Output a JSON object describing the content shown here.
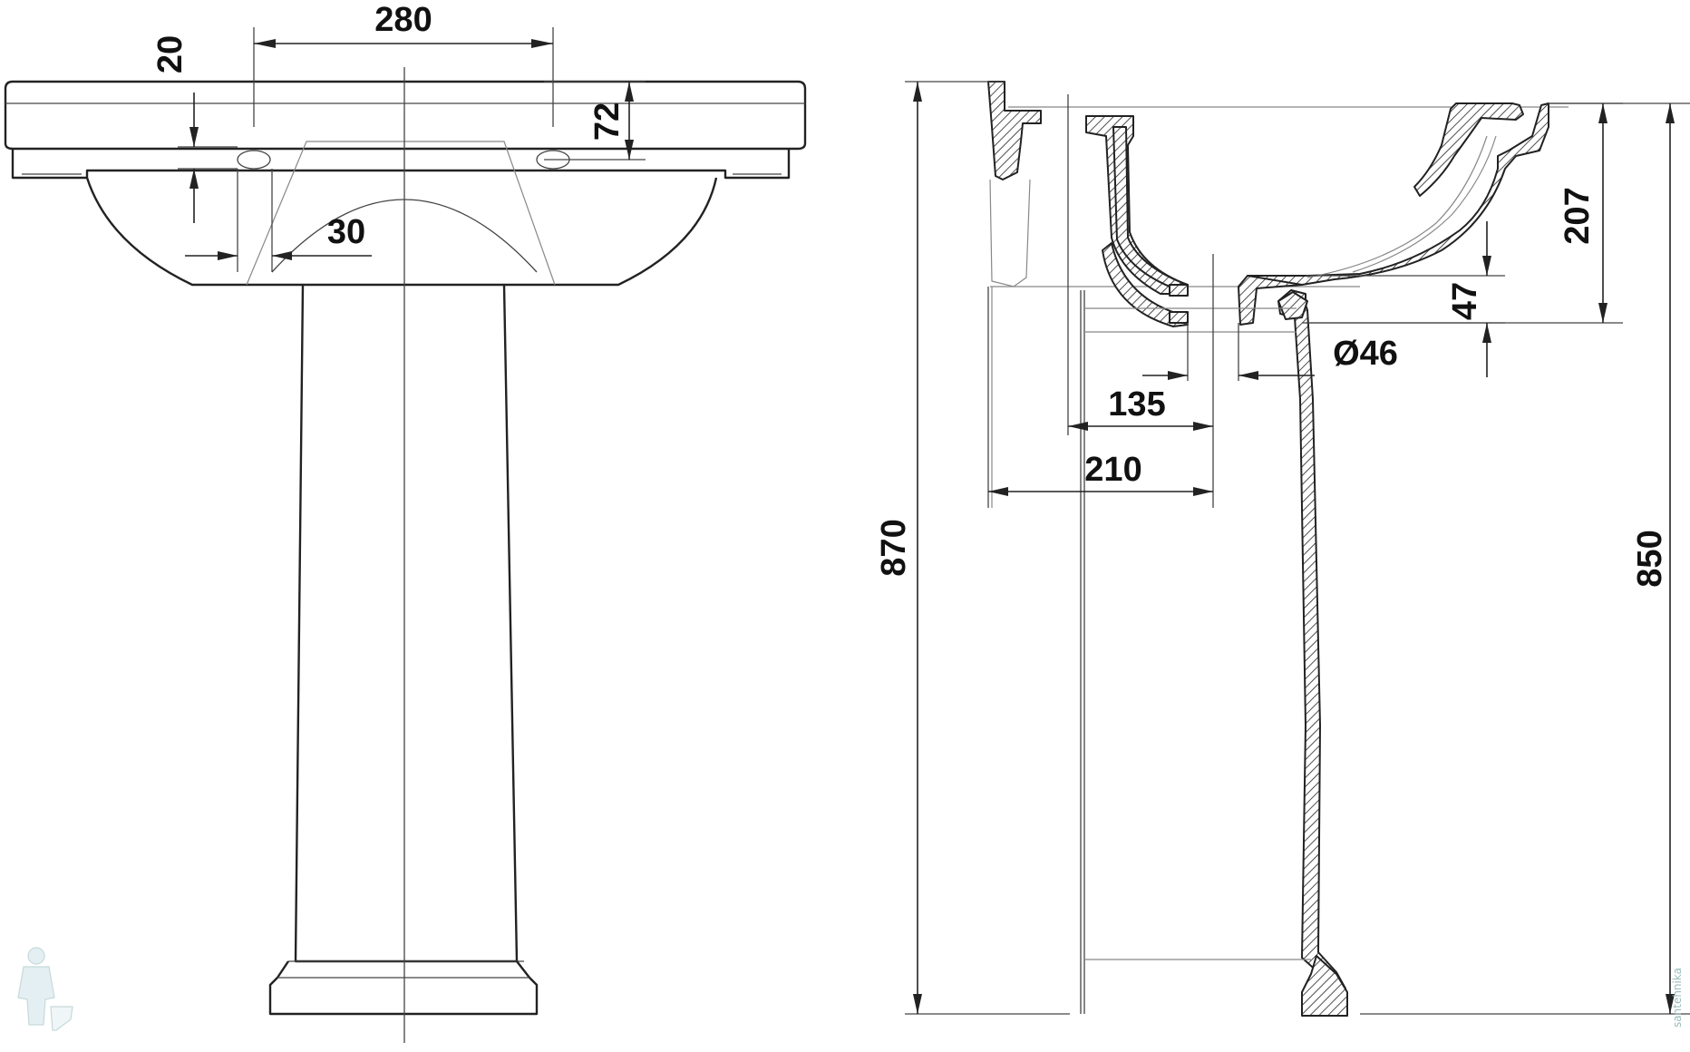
{
  "drawing": {
    "front_view": {
      "dims": {
        "width_280": "280",
        "depth_20": "20",
        "height_72": "72",
        "offset_30": "30"
      }
    },
    "side_view": {
      "dims": {
        "height_870": "870",
        "height_850": "850",
        "height_207": "207",
        "height_47": "47",
        "diameter_46": "Ø46",
        "depth_135": "135",
        "depth_210": "210"
      }
    },
    "watermark": {
      "text": "santehnika",
      "icon": "plumber-icon"
    },
    "colors": {
      "line": "#222222",
      "background": "#ffffff",
      "watermark": "#99bbbb"
    }
  }
}
